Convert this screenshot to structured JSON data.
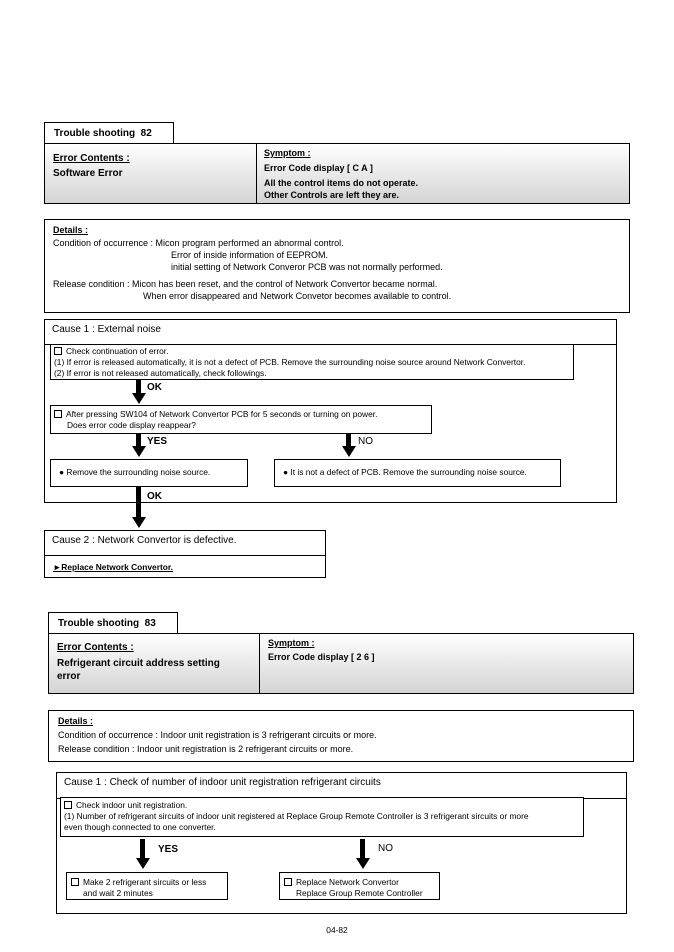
{
  "ts82": {
    "tab_label": "Trouble shooting",
    "tab_number": "82",
    "error_contents_label": "Error Contents :",
    "error_contents_value": "Software Error",
    "symptom_label": "Symptom :",
    "symptom_lines": [
      "Error Code display [ C A ]",
      "All the control items do not operate.",
      "Other Controls are left they are."
    ],
    "details_label": "Details :",
    "occurrence_lines": [
      "Condition of occurrence : Micon program performed an abnormal control.",
      "Error of inside information of EEPROM.",
      "initial setting of Network Converor PCB was not normally performed."
    ],
    "release_lines": [
      "Release condition : Micon has been reset, and the control of Network Convertor became normal.",
      "When error disappeared and Network Convetor becomes available to control."
    ],
    "cause1": {
      "title": "Cause 1 : External noise",
      "check_lines": [
        "Check continuation of error.",
        "(1) If error is released automatically, it is not a defect of PCB. Remove the surrounding noise source around Network Convertor.",
        "(2) If error is not released automatically, check followings."
      ],
      "ok1": "OK",
      "step_lines": [
        "After pressing SW104 of Network Convertor PCB for 5 seconds or turning on power.",
        "Does error code display reappear?"
      ],
      "yes": "YES",
      "no": "NO",
      "yes_result": "Remove the surrounding noise source.",
      "no_result": "It is not a defect of PCB. Remove the surrounding noise source.",
      "ok2": "OK"
    },
    "cause2": {
      "title": "Cause 2 : Network Convertor is defective.",
      "action": "Replace Network Convertor."
    }
  },
  "ts83": {
    "tab_label": "Trouble shooting",
    "tab_number": "83",
    "error_contents_label": "Error Contents :",
    "error_contents_lines": [
      "Refrigerant circuit address setting",
      "error"
    ],
    "symptom_label": "Symptom :",
    "symptom_lines": [
      "Error Code display [ 2 6 ]"
    ],
    "details_label": "Details :",
    "details_lines": [
      "Condition of occurrence : Indoor unit registration is 3 refrigerant circuits or more.",
      "Release condition : Indoor unit registration is 2 refrigerant circuits or more."
    ],
    "cause1": {
      "title": "Cause 1 : Check of number of indoor unit registration refrigerant circuits",
      "check_lines": [
        "Check indoor unit registration.",
        "(1) Number of refrigerant sircuits of indoor unit registered at Replace Group Remote Controller is 3 refrigerant sircuits or more",
        "even though connected to one converter."
      ],
      "yes": "YES",
      "no": "NO",
      "yes_result_lines": [
        "Make 2 refrigerant sircuits or less",
        "and wait 2 minutes"
      ],
      "no_result_lines": [
        "Replace Network Convertor",
        "Replace Group Remote Controller"
      ]
    }
  },
  "page_number": "04-82"
}
